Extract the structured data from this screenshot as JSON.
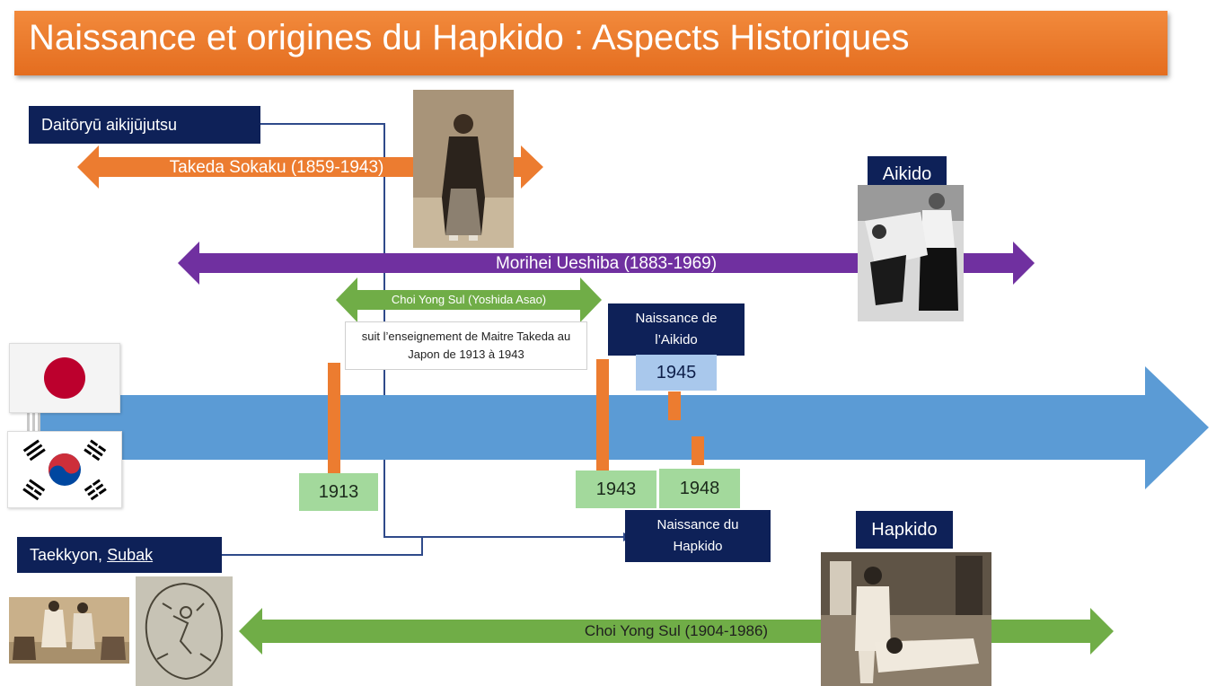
{
  "title": "Naissance et origines du Hapkido : Aspects Historiques",
  "labels": {
    "daito": "Daitōryū aikijūjutsu",
    "taekkyon_prefix": "Taekkyon, ",
    "taekkyon_link": "Subak",
    "aikido": "Aikido",
    "hapkido": "Hapkido",
    "naissance_aikido": "Naissance de l’Aikido",
    "naissance_hapkido": "Naissance du Hapkido",
    "note": "suit l’enseignement de Maitre Takeda au Japon de 1913 à 1943"
  },
  "arrows": {
    "takeda": "Takeda Sokaku (1859-1943)",
    "ueshiba": "Morihei Ueshiba (1883-1969)",
    "choi_yoshida": "Choi Yong Sul (Yoshida Asao)",
    "choi_life": "Choi Yong Sul (1904-1986)"
  },
  "years": {
    "y1913": "1913",
    "y1943": "1943",
    "y1945": "1945",
    "y1948": "1948"
  },
  "colors": {
    "title_orange": "#e97628",
    "navy": "#0e2158",
    "orange_arrow": "#ec7c30",
    "purple_arrow": "#7030a0",
    "green_arrow": "#70ad47",
    "timeline_blue": "#5b9bd5",
    "year_green": "#a3d99c",
    "year_blue": "#a9c8ec",
    "japan_red": "#bc002d",
    "korea_red": "#cd2e3a",
    "korea_blue": "#0047a0"
  },
  "images": [
    "flag-japan",
    "flag-south-korea",
    "photo-takeda-sokaku",
    "photo-aikido-throw",
    "photo-hapkido-throw",
    "photo-taekkyon",
    "illustration-subak"
  ]
}
